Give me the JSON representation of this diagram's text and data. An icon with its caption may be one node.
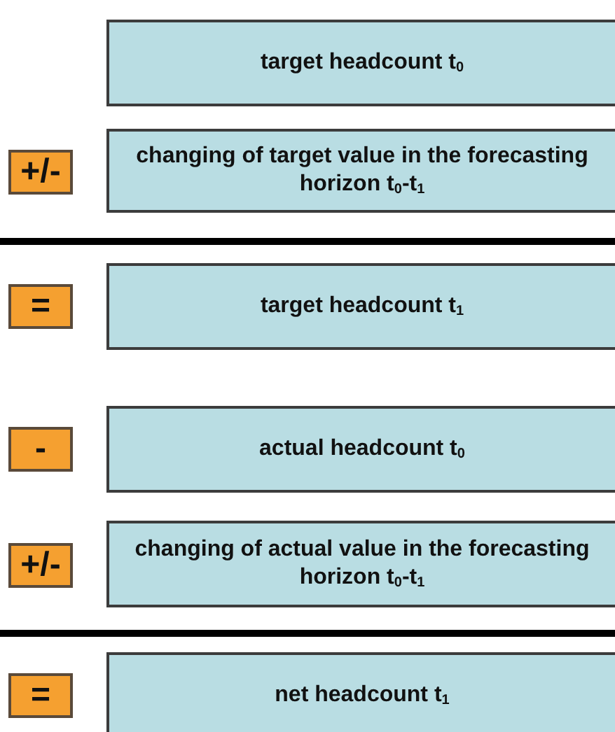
{
  "diagram": {
    "nodes": [
      {
        "text": [
          "target headcount t$_{0}$"
        ]
      },
      {
        "text": [
          "+/-"
        ]
      },
      {
        "text": [
          "changing of target value in the forecasting horizon t$_{0}$-t$_{1}$"
        ]
      },
      {
        "text": [
          "="
        ]
      },
      {
        "text": [
          "target headcount t$_{1}$"
        ]
      },
      {
        "text": [
          "-"
        ]
      },
      {
        "text": [
          "actual headcount t$_{0}$"
        ]
      },
      {
        "text": [
          "+/-"
        ]
      },
      {
        "text": [
          "changing of actual value in the forecasting horizon t$_{0}$-t$_{1}$"
        ]
      },
      {
        "text": [
          "="
        ]
      },
      {
        "text": [
          "net headcount t$_{1}$"
        ]
      }
    ]
  }
}
